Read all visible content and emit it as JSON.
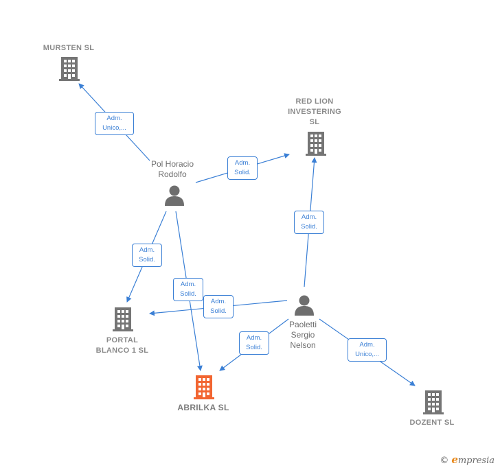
{
  "companies": {
    "mursten": {
      "label": "MURSTEN  SL",
      "color": "#757575"
    },
    "red_lion": {
      "label": "RED LION\nINVESTERING\nSL",
      "color": "#757575"
    },
    "portal": {
      "label": "PORTAL\nBLANCO 1  SL",
      "color": "#757575"
    },
    "abrilka": {
      "label": "ABRILKA  SL",
      "color": "#f26531"
    },
    "dozent": {
      "label": "DOZENT  SL",
      "color": "#757575"
    }
  },
  "persons": {
    "pol": {
      "label": "Pol Horacio\nRodolfo",
      "color": "#6e6e6e"
    },
    "paoletti": {
      "label": "Paoletti\nSergio\nNelson",
      "color": "#6e6e6e"
    }
  },
  "relations": [
    {
      "id": "pol-mursten",
      "line1": "Adm.",
      "line2": "Unico,..."
    },
    {
      "id": "pol-redlion",
      "line1": "Adm.",
      "line2": "Solid."
    },
    {
      "id": "pol-portal",
      "line1": "Adm.",
      "line2": "Solid."
    },
    {
      "id": "pol-abrilka",
      "line1": "Adm.",
      "line2": "Solid."
    },
    {
      "id": "paoletti-redlion",
      "line1": "Adm.",
      "line2": "Solid."
    },
    {
      "id": "paoletti-portal",
      "line1": "Adm.",
      "line2": "Solid."
    },
    {
      "id": "paoletti-abrilka",
      "line1": "Adm.",
      "line2": "Solid."
    },
    {
      "id": "paoletti-dozent",
      "line1": "Adm.",
      "line2": "Unico,..."
    }
  ],
  "colors": {
    "edge": "#3a7fd5",
    "accent": "#f26531",
    "building": "#757575",
    "person": "#6e6e6e"
  },
  "watermark": {
    "copyright": "©",
    "brand_initial": "e",
    "brand_rest": "mpresia"
  }
}
